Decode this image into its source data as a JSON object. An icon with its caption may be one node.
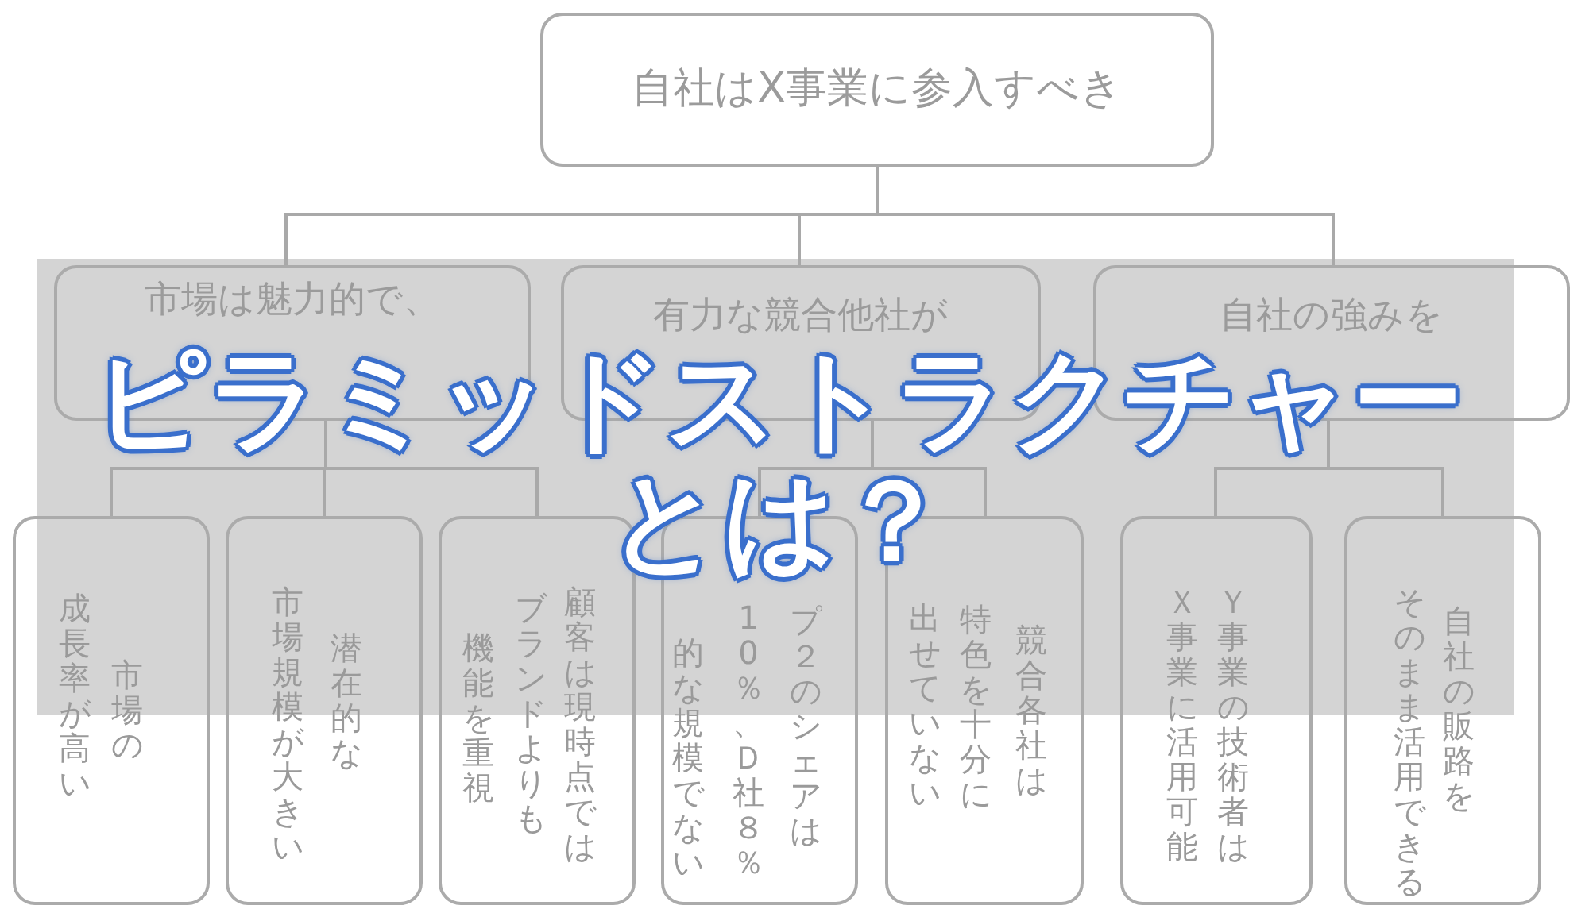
{
  "diagram": {
    "title": "ピラミッドストラクチャーとは？",
    "nodes": [
      {
        "text": [
          "自社はX事業に参入すべき"
        ]
      },
      {
        "text": [
          "市場は魅力的で、"
        ]
      },
      {
        "text": [
          "有力な競合他社が"
        ]
      },
      {
        "text": [
          "自社の強みを"
        ]
      },
      {
        "text": [
          "市場の成長率が高い"
        ]
      },
      {
        "text": [
          "潜在的な市場規模が大きい"
        ]
      },
      {
        "text": [
          "顧客は現時点ではブランドよりも機能を重視"
        ]
      },
      {
        "text": [
          "プ２のシェアは10％、Ｄ社８％的な規模でない"
        ]
      },
      {
        "text": [
          "競合各社は特色を十分に出せていない"
        ]
      },
      {
        "text": [
          "Ｙ事業の技術者はＸ事業に活用可能"
        ]
      },
      {
        "text": [
          "自社の販路をそのまま活用できる"
        ]
      }
    ],
    "edges": [
      {
        "from": 0,
        "to": 1,
        "arrow": "none"
      },
      {
        "from": 0,
        "to": 2,
        "arrow": "none"
      },
      {
        "from": 0,
        "to": 3,
        "arrow": "none"
      },
      {
        "from": 1,
        "to": 4,
        "arrow": "none"
      },
      {
        "from": 1,
        "to": 5,
        "arrow": "none"
      },
      {
        "from": 1,
        "to": 6,
        "arrow": "none"
      },
      {
        "from": 2,
        "to": 7,
        "arrow": "none"
      },
      {
        "from": 2,
        "to": 8,
        "arrow": "none"
      },
      {
        "from": 3,
        "to": 9,
        "arrow": "none"
      },
      {
        "from": 3,
        "to": 10,
        "arrow": "none"
      }
    ]
  }
}
